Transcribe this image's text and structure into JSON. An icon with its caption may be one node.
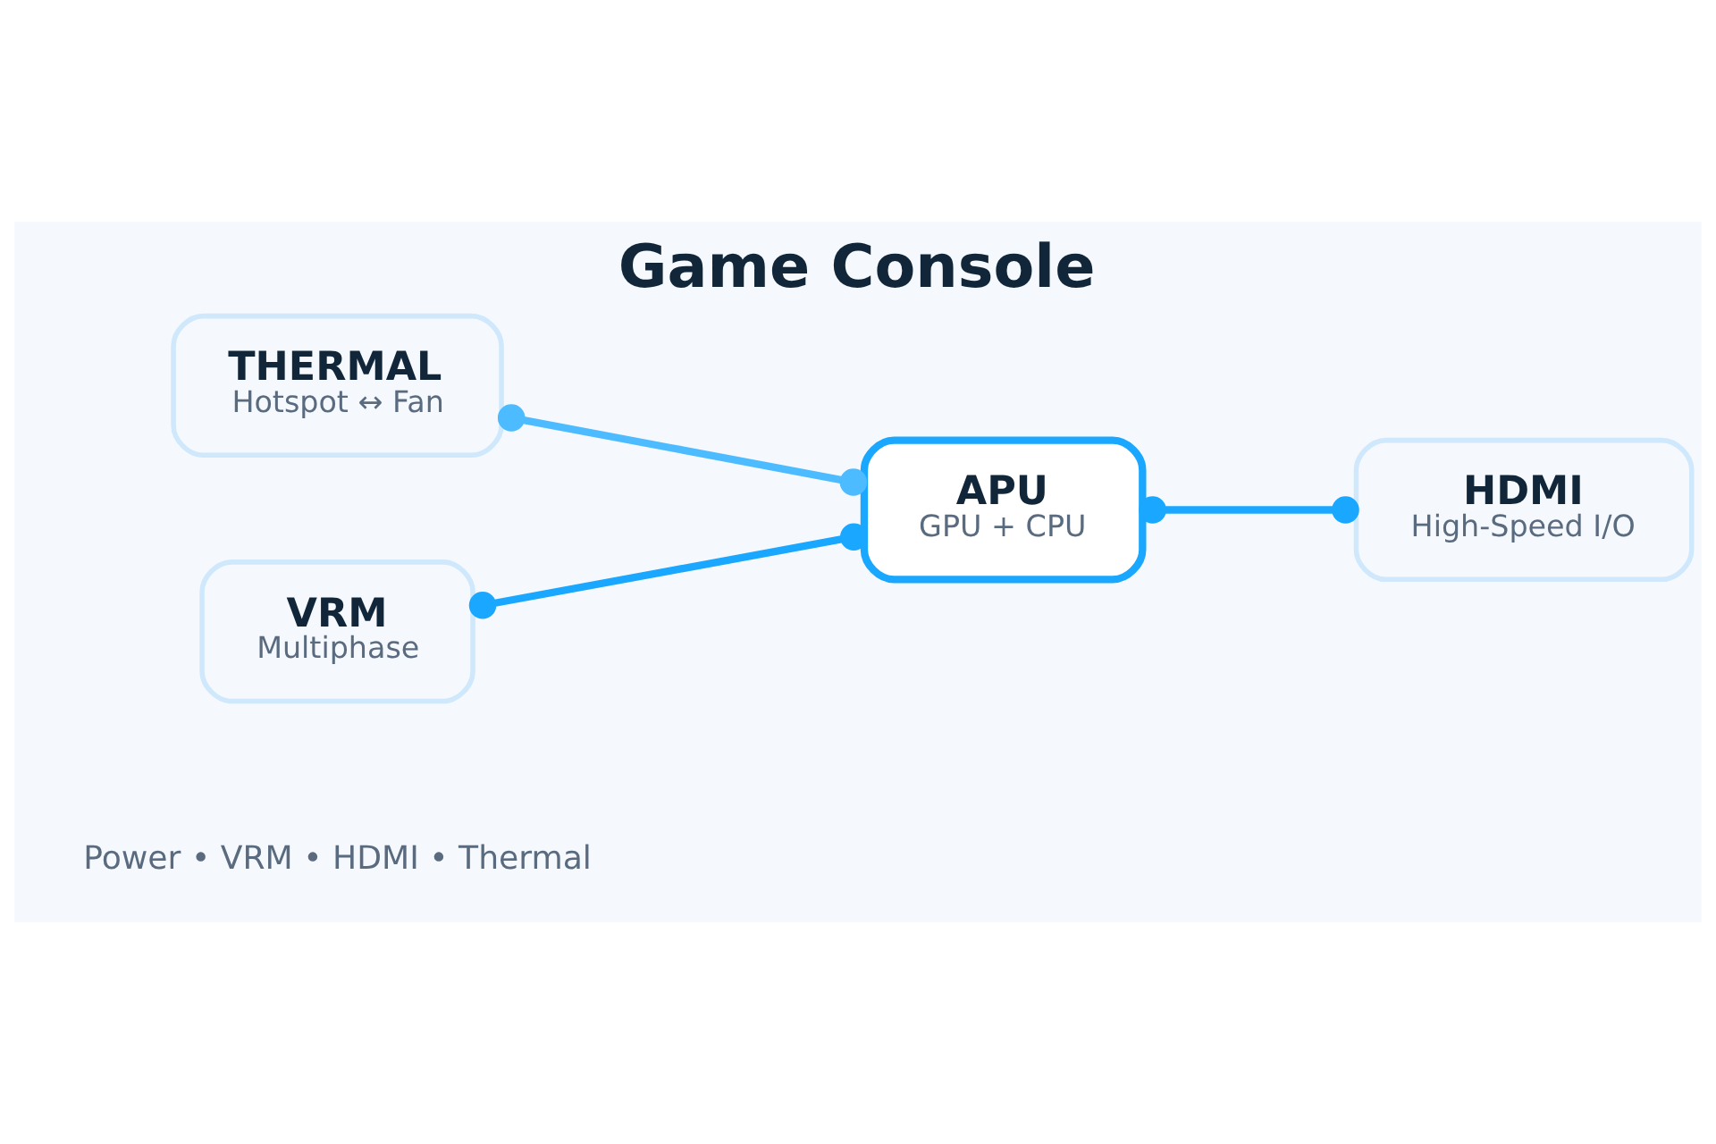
{
  "diagram": {
    "title": "Game Console",
    "nodes": [
      {
        "text": [
          "THERMAL",
          "Hotspot ↔ Fan"
        ]
      },
      {
        "text": [
          "VRM",
          "Multiphase"
        ]
      },
      {
        "text": [
          "APU",
          "GPU + CPU"
        ]
      },
      {
        "text": [
          "HDMI",
          "High-Speed I/O"
        ]
      }
    ],
    "edges": [
      {
        "from": 0,
        "to": 2,
        "arrow": "other",
        "color": "#4dbbff"
      },
      {
        "from": 1,
        "to": 2,
        "arrow": "other"
      },
      {
        "from": 2,
        "to": 3,
        "arrow": "other"
      }
    ],
    "labels": [
      "Power • VRM • HDMI • Thermal"
    ]
  }
}
